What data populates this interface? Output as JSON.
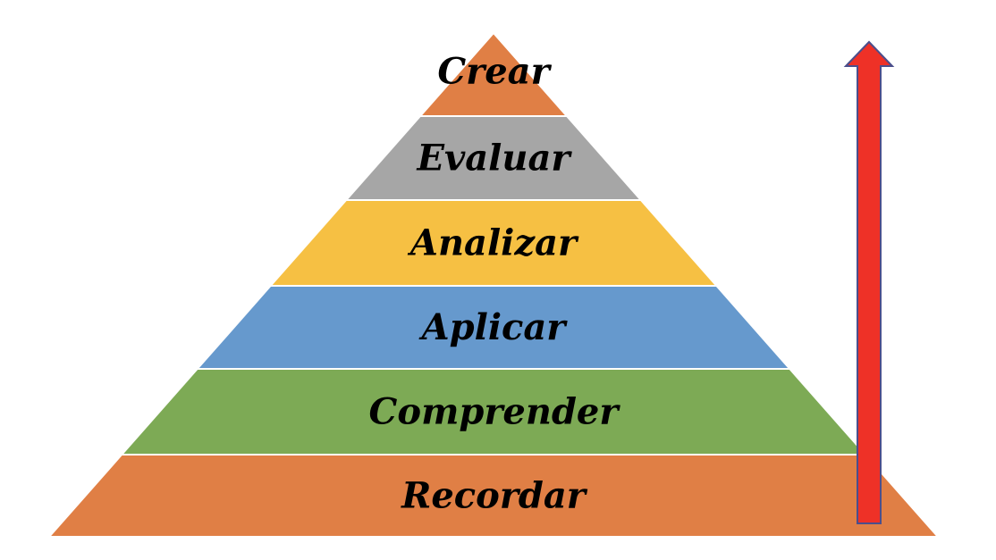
{
  "diagram": {
    "type": "pyramid",
    "levels": [
      {
        "label": "Crear",
        "color": "#E07F45"
      },
      {
        "label": "Evaluar",
        "color": "#A6A6A6"
      },
      {
        "label": "Analizar",
        "color": "#F6C043"
      },
      {
        "label": "Aplicar",
        "color": "#6699CD"
      },
      {
        "label": "Comprender",
        "color": "#7DAA55"
      },
      {
        "label": "Recordar",
        "color": "#E07F45"
      }
    ],
    "arrow": {
      "direction": "up",
      "fill": "#EE3127",
      "stroke": "#4B4F8C"
    }
  }
}
